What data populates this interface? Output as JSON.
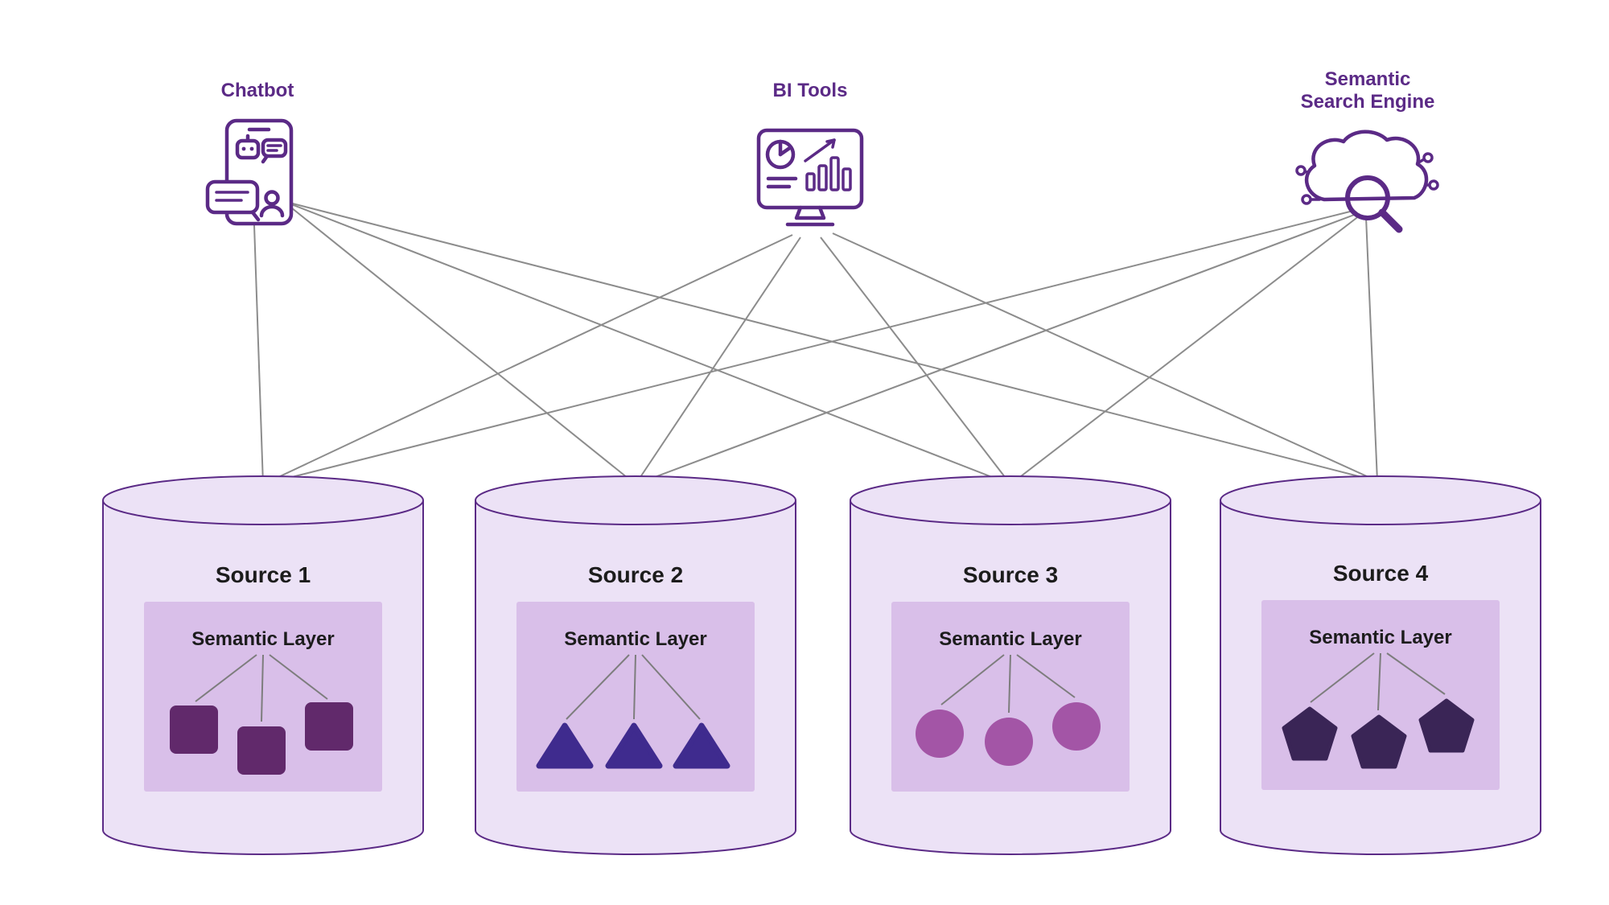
{
  "diagram": {
    "consumers": [
      {
        "label": "Chatbot"
      },
      {
        "label": "BI Tools"
      },
      {
        "label": "Semantic Search Engine",
        "lines": [
          "Semantic",
          "Search Engine"
        ]
      }
    ],
    "sources": [
      {
        "name": "Source 1",
        "layer_label": "Semantic Layer",
        "shape": "square",
        "shape_count": 3
      },
      {
        "name": "Source 2",
        "layer_label": "Semantic Layer",
        "shape": "triangle",
        "shape_count": 3
      },
      {
        "name": "Source 3",
        "layer_label": "Semantic Layer",
        "shape": "circle",
        "shape_count": 3
      },
      {
        "name": "Source 4",
        "layer_label": "Semantic Layer",
        "shape": "pentagon",
        "shape_count": 3
      }
    ],
    "connections": [
      {
        "from": "Chatbot",
        "to": [
          "Source 1",
          "Source 2",
          "Source 3",
          "Source 4"
        ]
      },
      {
        "from": "BI Tools",
        "to": [
          "Source 1",
          "Source 2",
          "Source 3",
          "Source 4"
        ]
      },
      {
        "from": "Semantic Search Engine",
        "to": [
          "Source 1",
          "Source 2",
          "Source 3",
          "Source 4"
        ]
      }
    ]
  },
  "colors": {
    "accent_purple": "#5b2a86",
    "cylinder_fill": "#ece2f6",
    "layer_box_fill": "#d9bfe9",
    "square_fill": "#61296b",
    "triangle_fill": "#3f2b8e",
    "circle_fill": "#a355a6",
    "pentagon_fill": "#3a2556",
    "line_gray": "#8c8c8c",
    "text_dark": "#1c1c1c"
  }
}
